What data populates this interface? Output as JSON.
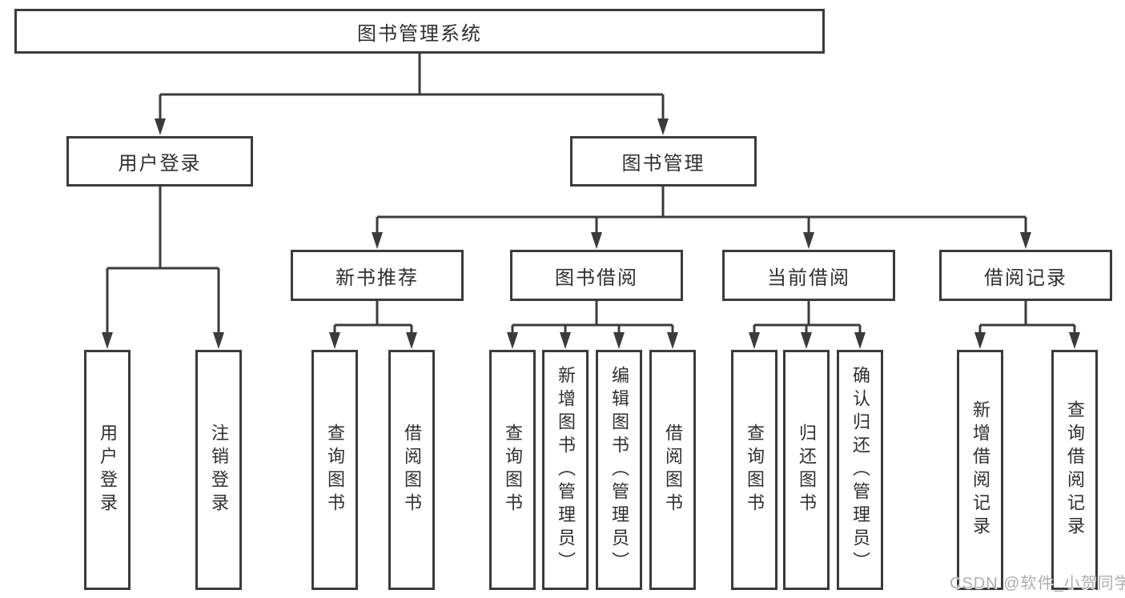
{
  "diagram": {
    "root": {
      "label": "图书管理系统"
    },
    "level2": {
      "user_login": {
        "label": "用户登录",
        "children": [
          "用户登录",
          "注销登录"
        ]
      },
      "book_mgmt": {
        "label": "图书管理"
      }
    },
    "level3": {
      "new_books": {
        "label": "新书推荐",
        "children": [
          "查询图书",
          "借阅图书"
        ]
      },
      "book_borrow": {
        "label": "图书借阅",
        "children": [
          "查询图书",
          "新增图书（管理员）",
          "编辑图书（管理员）",
          "借阅图书"
        ]
      },
      "current_borrow": {
        "label": "当前借阅",
        "children": [
          "查询图书",
          "归还图书",
          "确认归还（管理员）"
        ]
      },
      "borrow_records": {
        "label": "借阅记录",
        "children": [
          "新增借阅记录",
          "查询借阅记录"
        ]
      }
    }
  },
  "watermark": {
    "text": "CSDN @软件_小贺同学"
  },
  "colors": {
    "line": "#3b3b3b",
    "box_border": "#3b3b3b",
    "text": "#2f2f2f",
    "background": "#ffffff",
    "watermark": "#aeaeae"
  }
}
